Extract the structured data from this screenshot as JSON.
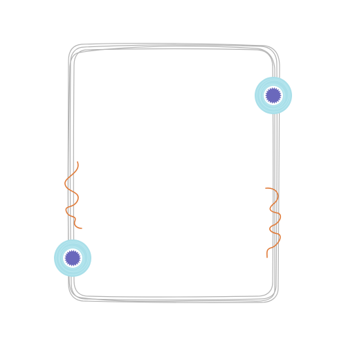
{
  "illustration": {
    "subject": "hand-drawn-rectangular-frame",
    "colors": {
      "background": "#ffffff",
      "frame_stroke": "#b3b3b3",
      "ring_fill": "#a9dfe9",
      "ring_scribble": "#bde9f1",
      "dot_fill": "#6a68bc",
      "squiggle_stroke": "#e07b39"
    },
    "decorations": [
      "sketchy-frame",
      "top-right-ring",
      "bottom-left-ring",
      "left-squiggle",
      "right-squiggle"
    ]
  }
}
